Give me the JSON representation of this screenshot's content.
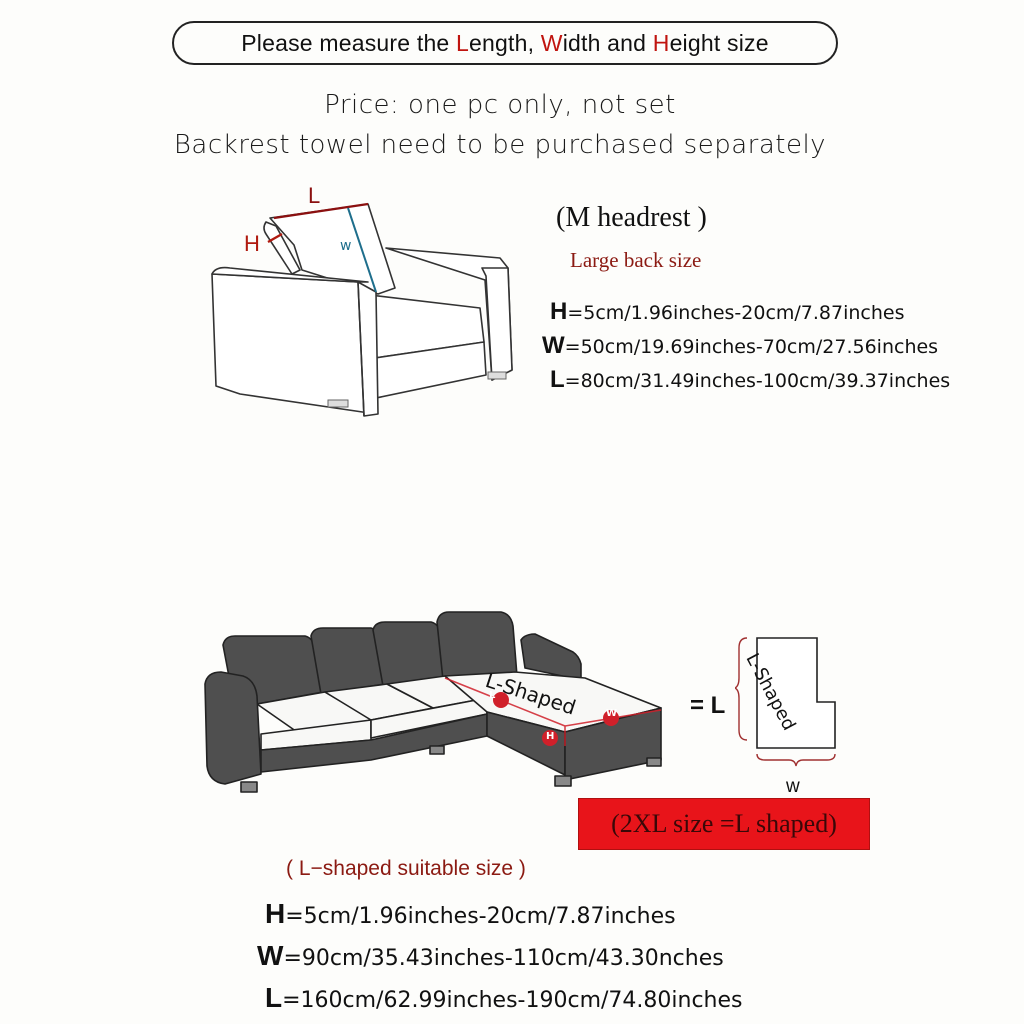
{
  "banner": {
    "parts": [
      {
        "text": "Please measure the ",
        "accent": false
      },
      {
        "text": "L",
        "accent": true
      },
      {
        "text": "ength, ",
        "accent": false
      },
      {
        "text": "W",
        "accent": true
      },
      {
        "text": "idth and ",
        "accent": false
      },
      {
        "text": "H",
        "accent": true
      },
      {
        "text": "eight size",
        "accent": false
      }
    ]
  },
  "notes": {
    "line1": "Price: one pc only, not set",
    "line2": "Backrest towel need to be purchased separately"
  },
  "headrest": {
    "diagram_labels": {
      "L": "L",
      "H": "H",
      "W": "w"
    },
    "title": "(M headrest )",
    "subtitle": "Large back size",
    "specs": [
      {
        "key": "H",
        "value": "=5cm/1.96inches-20cm/7.87inches"
      },
      {
        "key": "W",
        "value": "=50cm/19.69inches-70cm/27.56inches"
      },
      {
        "key": "L",
        "value": "=80cm/31.49inches-100cm/39.37inches"
      }
    ]
  },
  "lshaped": {
    "diagram_text": "L-Shaped",
    "markers": {
      "L": "L",
      "W": "W",
      "H": "H"
    },
    "equals_label": "= L",
    "shape_text": "L-Shaped",
    "width_label": "w",
    "size_badge": "(2XL size =L shaped)",
    "title": "( L−shaped suitable size )",
    "specs": [
      {
        "key": "H",
        "value": "=5cm/1.96inches-20cm/7.87inches"
      },
      {
        "key": "W",
        "value": "=90cm/35.43inches-110cm/43.30nches"
      },
      {
        "key": "L",
        "value": "=160cm/62.99inches-190cm/74.80inches"
      }
    ]
  },
  "colors": {
    "accent_red": "#c0140f",
    "badge_red": "#e8141a",
    "sofa_gray": "#5a5a5a",
    "measure_blue": "#1e6e8c"
  }
}
